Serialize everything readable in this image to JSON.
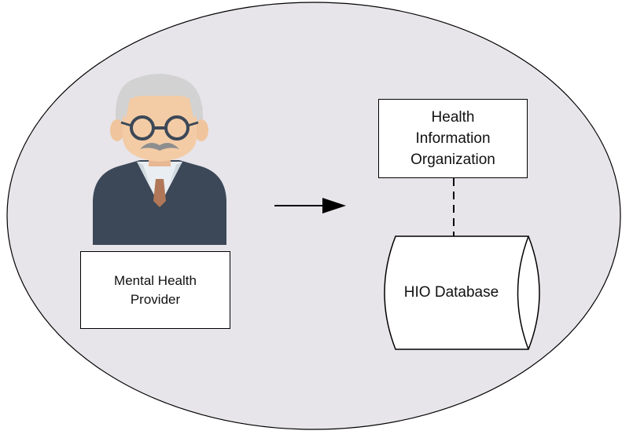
{
  "diagram": {
    "provider": {
      "label_line1": "Mental Health",
      "label_line2": "Provider"
    },
    "organization": {
      "label_line1": "Health",
      "label_line2": "Information",
      "label_line3": "Organization"
    },
    "database": {
      "label": "HIO Database"
    },
    "colors": {
      "ellipse_fill": "#e7e5ea",
      "outline": "#000000",
      "hair": "#d2d2d2",
      "skin": "#f3cca6",
      "jacket": "#3c4857",
      "shirt": "#e9eef2",
      "tie": "#b07858",
      "mustache": "#8e8e8e"
    },
    "icons": [
      "provider-avatar-icon",
      "arrow-icon",
      "database-cylinder-icon"
    ]
  }
}
